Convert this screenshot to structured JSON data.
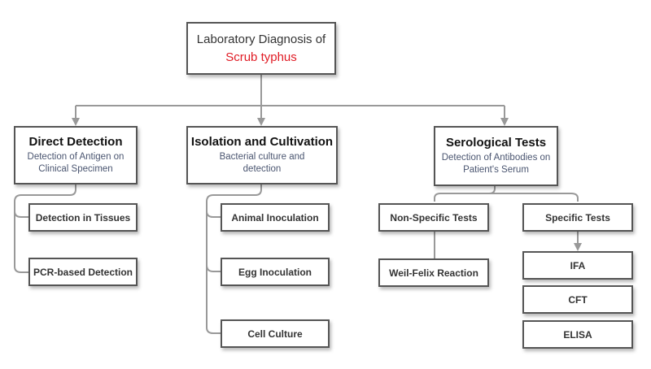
{
  "root": {
    "title_line1": "Laboratory Diagnosis of",
    "title_line2": "Scrub typhus",
    "highlight_color": "#e01b24"
  },
  "direct_detection": {
    "title": "Direct Detection",
    "description": "Detection of Antigen on Clinical Specimen",
    "items": [
      "Detection in Tissues",
      "PCR-based Detection"
    ]
  },
  "isolation": {
    "title": "Isolation and Cultivation",
    "description": "Bacterial culture and detection",
    "items": [
      "Animal Inoculation",
      "Egg Inoculation",
      "Cell Culture"
    ]
  },
  "serological": {
    "title": "Serological Tests",
    "description": "Detection of Antibodies on Patient's Serum",
    "non_specific": {
      "label": "Non-Specific Tests",
      "items": [
        "Weil-Felix Reaction"
      ]
    },
    "specific": {
      "label": "Specific Tests",
      "items": [
        "IFA",
        "CFT",
        "ELISA"
      ]
    }
  },
  "colors": {
    "connector": "#999999",
    "border": "#555555",
    "description_text": "#4a5570"
  }
}
